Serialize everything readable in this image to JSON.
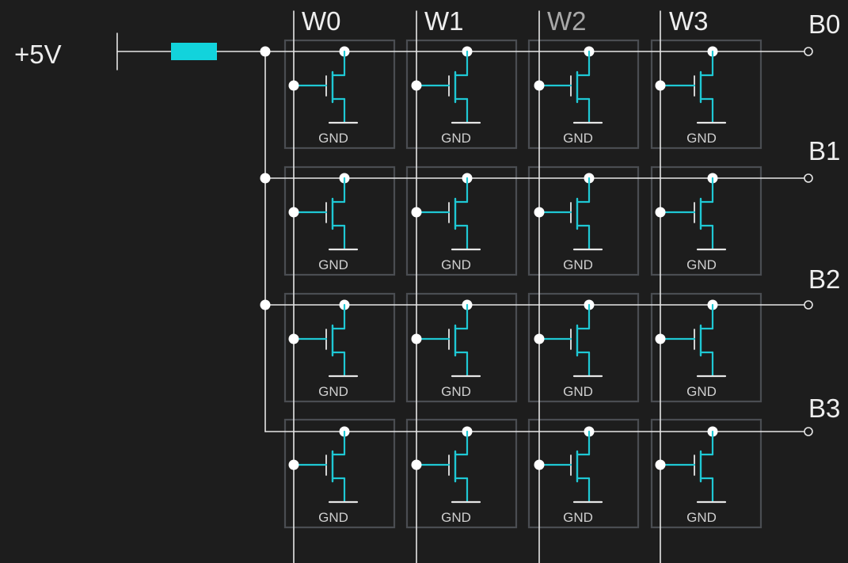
{
  "supply_label": "+5V",
  "word_lines": [
    "W0",
    "W1",
    "W2",
    "W3"
  ],
  "bit_lines": [
    "B0",
    "B1",
    "B2",
    "B3"
  ],
  "cell_label": "GND",
  "colors": {
    "background": "#1d1d1d",
    "wire": "#e6e6e6",
    "cell_border": "#4a4d52",
    "transistor": "#1fc8d4",
    "resistor": "#12d3dc",
    "label": "#eeeeee",
    "label_dim": "#a8a8a8",
    "gnd_text": "#cfcfcf"
  }
}
